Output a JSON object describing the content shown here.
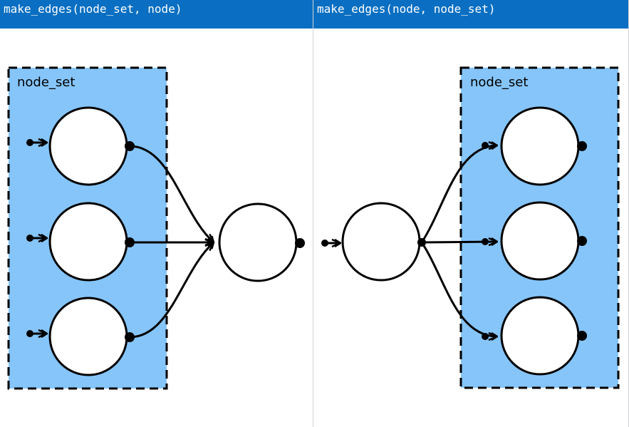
{
  "panels": [
    {
      "title": "make_edges(node_set, node)",
      "set_label": "node_set"
    },
    {
      "title": "make_edges(node, node_set)",
      "set_label": "node_set"
    }
  ],
  "colors": {
    "header_bg": "#0a6fc2",
    "header_text": "#ffffff",
    "set_fill": "#86c5f9",
    "stroke": "#000000"
  }
}
